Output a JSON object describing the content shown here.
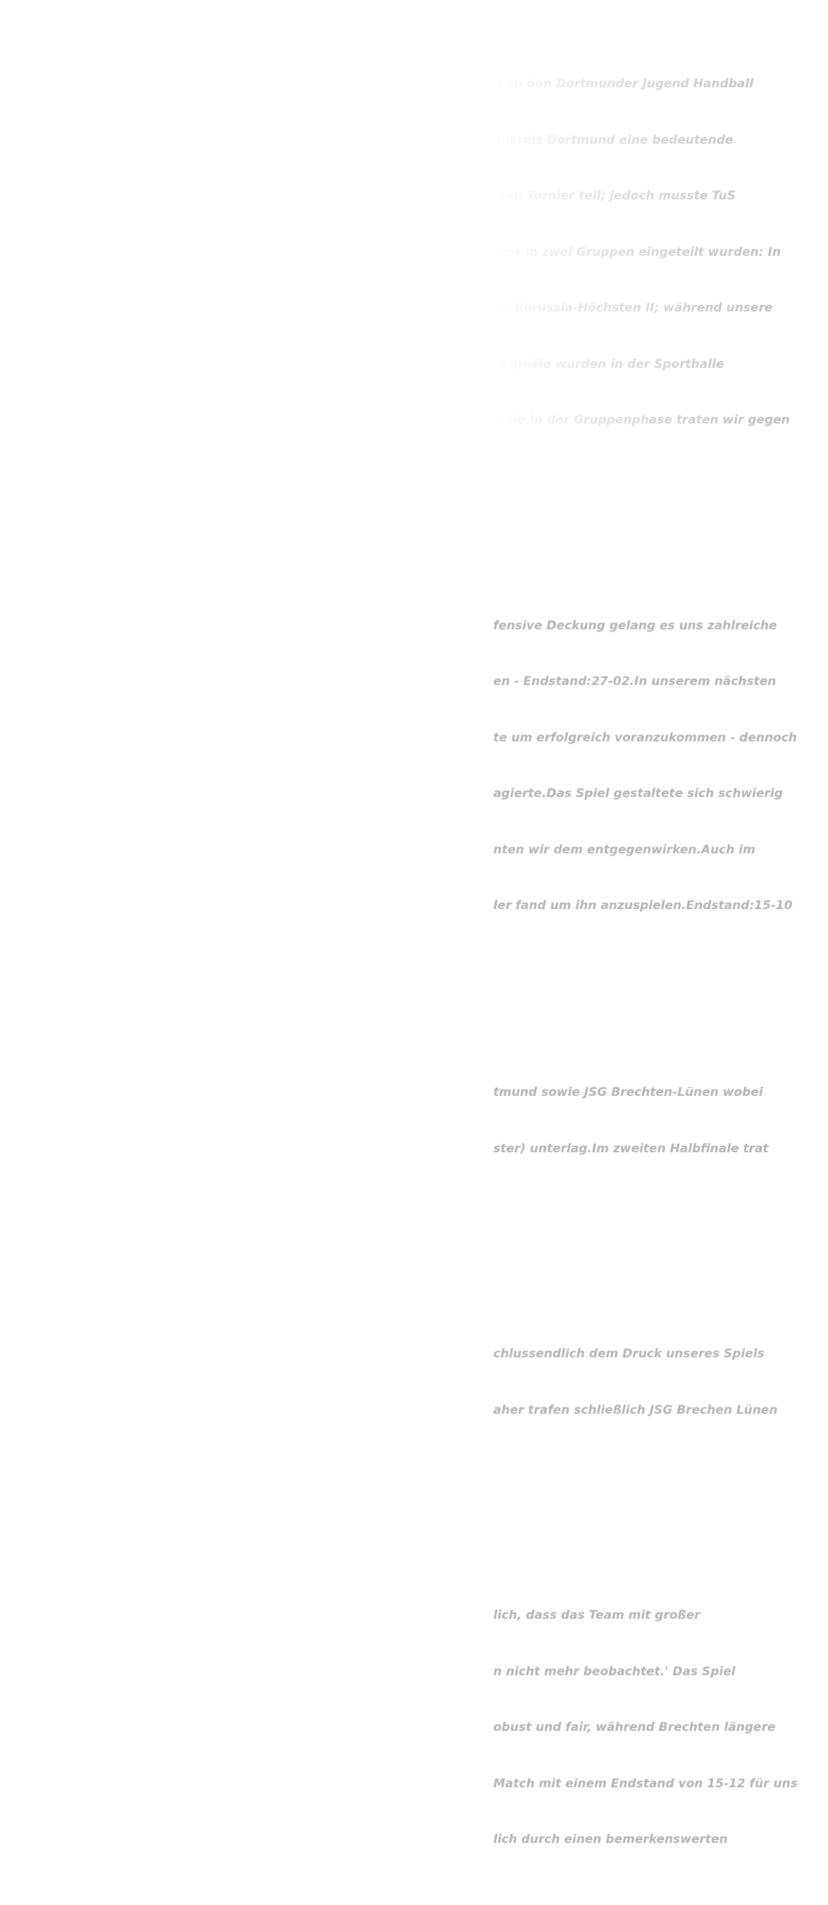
{
  "article": {
    "paragraphs": [
      [
        "n an den Dortmunder Jugend Handball",
        "allkreis Dortmund eine bedeutende",
        "igen Turnier teil; jedoch musste TuS",
        "ams in zwei Gruppen eingeteilt wurden: In",
        "uS Borussia-Höchsten II; während unsere",
        "ie Spiele wurden in der Sporthalle",
        "artie.In der Gruppenphase traten wir gegen"
      ],
      [
        "fensive Deckung gelang es uns zahlreiche",
        "en - Endstand:27-02.In unserem nächsten",
        "te um erfolgreich voranzukommen - dennoch",
        "agierte.Das Spiel gestaltete sich schwierig",
        "nten wir dem entgegenwirken.Auch im",
        "ler fand um ihn anzuspielen.Endstand:15-10"
      ],
      [
        "tmund sowie JSG Brechten-Lünen wobei",
        "ster) unterlag.Im zweiten Halbfinale trat"
      ],
      [
        "chlussendlich dem Druck unseres Spiels",
        "aher trafen schließlich JSG Brechen Lünen"
      ],
      [
        "lich, dass das Team mit großer",
        "n nicht mehr beobachtet.' Das Spiel",
        "obust und fair, während Brechten längere",
        "Match mit einem Endstand von 15-12 für uns",
        "lich durch einen bemerkenswerten"
      ]
    ]
  }
}
